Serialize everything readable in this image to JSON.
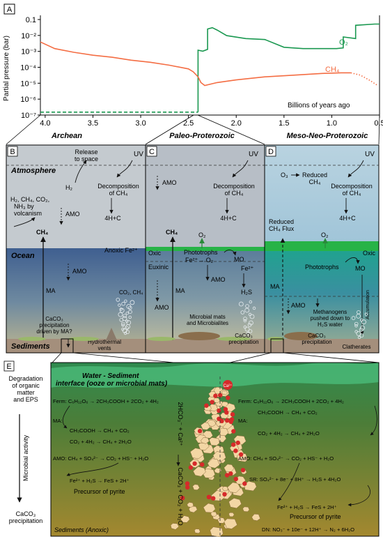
{
  "panel_labels": {
    "a": "A",
    "b": "B",
    "c": "C",
    "d": "D",
    "e": "E"
  },
  "colors": {
    "o2": "#1a9850",
    "ch4": "#f46d43",
    "atmosphere": "#c4cacf",
    "ocean_archean": "#4f6d97",
    "ocean_meso": "#2e9f9b",
    "oxic_layer": "#27b347",
    "sediment": "#a48f7c",
    "sediment_e": "#4f6b2e"
  },
  "chart_data": {
    "type": "line",
    "ylabel": "Partial pressure (bar)",
    "xlabel": "Billions of years ago",
    "x_ticks": [
      "4.0",
      "3.5",
      "3.0",
      "2.5",
      "2.0",
      "1.5",
      "1.0",
      "0.5"
    ],
    "y_ticks": [
      "0.1",
      "10⁻²",
      "10⁻³",
      "10⁻⁴",
      "10⁻⁵",
      "10⁻⁶",
      "10⁻⁷"
    ],
    "xlim": [
      4.05,
      0.5
    ],
    "ylim": [
      1e-07,
      0.1
    ],
    "y_scale": "log",
    "series": [
      {
        "name": "O₂",
        "x": [
          4.05,
          2.4,
          2.4,
          2.35,
          2.3,
          2.3,
          2.25,
          2.2,
          2.1,
          1.9,
          1.7,
          1.5,
          1.3,
          1.1,
          0.95,
          0.88,
          0.88,
          0.75,
          0.75,
          0.55,
          0.5
        ],
        "y": [
          1.5e-07,
          1.5e-07,
          0.0008,
          0.0007,
          0.0009,
          0.015,
          0.018,
          0.013,
          0.006,
          0.004,
          0.0035,
          0.0012,
          0.001,
          0.001,
          0.001,
          0.0011,
          0.005,
          0.004,
          0.025,
          0.03,
          0.03
        ],
        "style_segments": [
          {
            "from": 0,
            "to": 1,
            "style": "dashed"
          },
          {
            "from": 1,
            "to": 20,
            "style": "solid"
          }
        ]
      },
      {
        "name": "CH₄",
        "x": [
          4.05,
          3.9,
          3.7,
          3.5,
          3.3,
          3.1,
          2.9,
          2.7,
          2.5,
          2.45,
          2.4,
          2.37,
          2.33,
          2.2,
          2.0,
          1.7,
          1.4,
          1.1,
          0.9,
          0.8,
          0.7,
          0.6,
          0.52
        ],
        "y": [
          0.0025,
          0.001,
          0.0006,
          0.0004,
          0.0003,
          0.0002,
          0.00015,
          0.0001,
          6e-05,
          4e-05,
          2e-05,
          9e-06,
          6e-06,
          9e-06,
          1.3e-05,
          2e-05,
          2.5e-05,
          3.2e-05,
          3.5e-05,
          3.5e-05,
          2.5e-05,
          1.2e-05,
          6e-06
        ],
        "style_segments": [
          {
            "from": 0,
            "to": 19,
            "style": "solid"
          },
          {
            "from": 19,
            "to": 22,
            "style": "dotted"
          }
        ]
      }
    ]
  },
  "eons": {
    "archean": "Archean",
    "paleo": "Paleo-Proterozoic",
    "meso": "Meso-Neo-Proterozoic"
  },
  "layers": {
    "atmosphere": "Atmosphere",
    "ocean": "Ocean",
    "sediments": "Sediments"
  },
  "panel_b": {
    "release": [
      "Release",
      "to space"
    ],
    "uv": "UV",
    "h2": "H₂",
    "decomp": [
      "Decomposition",
      "of CH₄"
    ],
    "fourh": "4H+C",
    "volcanism": [
      "H₂, CH₄, CO₂,",
      "NH₃ by",
      "volcanism"
    ],
    "amo_atm": "AMO",
    "ch4": "CH₄",
    "anoxic": "Anoxic Fe²⁺",
    "amo_ocean": "AMO",
    "ma": "MA",
    "vent_gas": "CO₂, CH₄",
    "caco3": [
      "CaCO₃",
      "precipitation",
      "driven by MA?"
    ],
    "vents": [
      "Hydrothermal",
      "vents"
    ]
  },
  "panel_c": {
    "amo_atm": "AMO",
    "uv": "UV",
    "decomp": [
      "Decomposition",
      "of CH₄"
    ],
    "fourh": "4H+C",
    "ch4": "CH₄",
    "o2": "O₂",
    "oxic": "Oxic",
    "phototrophs": "Phototrophs",
    "mo": "MO",
    "fe_reaction": "Fe²⁺→ O₂",
    "fe": "Fe²⁺",
    "euxinic": "Euxinic",
    "amo1": "AMO",
    "amo2": "AMO",
    "ma": "MA",
    "h2s": "H₂S",
    "mats": [
      "Microbial mats",
      "and Microbialites"
    ],
    "caco3": [
      "CaCO₃",
      "precipitation"
    ]
  },
  "panel_d": {
    "uv": "UV",
    "o3": "O₃",
    "reduced": [
      "Reduced",
      "CH₄"
    ],
    "decomp": [
      "Decomposition",
      "of CH₄"
    ],
    "fourh": "4H+C",
    "reduced_flux": [
      "Reduced",
      "CH₄ Flux"
    ],
    "o2": "O₂",
    "oxic": "Oxic",
    "phototrophs": "Phototrophs",
    "mo": "MO",
    "ma": "MA",
    "amo": "AMO",
    "accum": "Accumulation",
    "methanogens": [
      "Methanogens",
      "pushed down to",
      "H₂S water"
    ],
    "caco3": [
      "CaCO₃",
      "precipitation"
    ],
    "clathrates": "Clatherates"
  },
  "panel_e": {
    "left_top": [
      "Degradation",
      "of organic",
      "matter",
      "and EPS"
    ],
    "microbial": "Microbial activity",
    "left_bottom": [
      "CaCO₃",
      "precipitation"
    ],
    "title": [
      "Water - Sediment",
      "interface (ooze or microbial mats)"
    ],
    "ca": "Ca²⁺",
    "vertical_eq_left": "2HCO₃⁻ + Ca²⁺",
    "vertical_eq_right": "CaCO₃ + CO₂ + H₂O",
    "left": {
      "ferm": "Ferm:  C₆H₁₂O₆ → 2CH₃COOH + 2CO₂ + 4H₂",
      "ma_label": "MA:",
      "ma1": "CH₃COOH → CH₄ + CO₂",
      "ma2": "CO₂ + 4H₂ → CH₄ + 2H₂O",
      "amo": "AMO:  CH₄ + SO₄²⁻ → CO₂ + HS⁻ + H₂O",
      "fe": "Fe²⁺ + H₂S → FeS + 2H⁺",
      "pyrite": "Precursor of pyrite"
    },
    "right": {
      "ferm": "Ferm:  C₆H₁₂O₆ → 2CH₃COOH + 2CO₂ + 4H₂",
      "ma_label": "MA:",
      "ma1": "CH₃COOH → CH₄ + CO₂",
      "ma2": "CO₂ + 4H₂ → CH₄ + 2H₂O",
      "amo": "AMO:  CH₄ + SO₄²⁻ → CO₂ + HS⁻ + H₂O",
      "sr": "SR:  SO₄²⁻ + 8e⁻ + 8H⁺ → H₂S + 4H₂O",
      "fe": "Fe²⁺ + H₂S → FeS + 2H⁺",
      "pyrite": "Precursor of pyrite",
      "dn": "DN:  NO₃⁻ + 10e⁻ + 12H⁺ → N₂ + 6H₂O"
    },
    "bottom": "Sediments (Anoxic)"
  }
}
